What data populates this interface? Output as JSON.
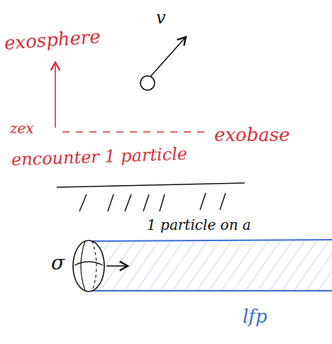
{
  "diagram": {
    "labels": [
      "exosphere",
      "v",
      "zex",
      "exobase",
      "encounter 1 particle",
      "1 particle on a",
      "σ",
      "lfp"
    ]
  }
}
